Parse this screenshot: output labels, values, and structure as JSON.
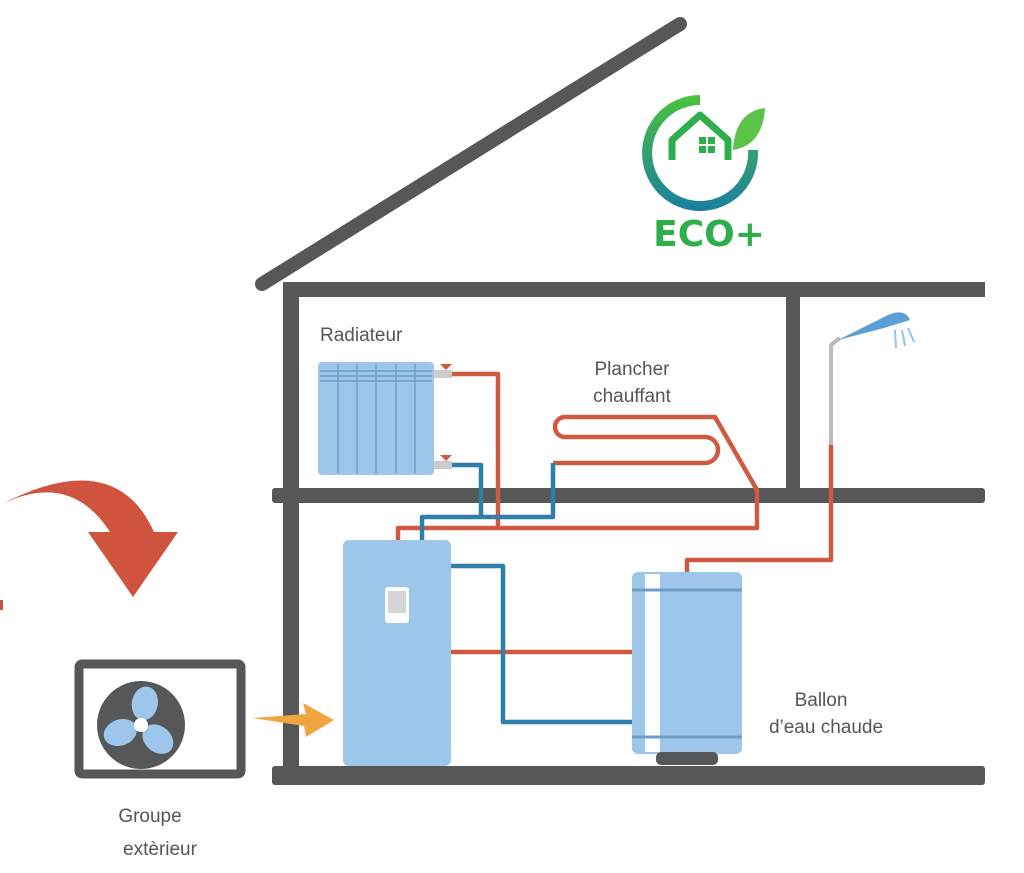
{
  "logo": {
    "text": "ECO+",
    "primary_color": "#2db04b",
    "secondary_color": "#1a7fa0"
  },
  "labels": {
    "radiator": "Radiateur",
    "floor_heating_line1": "Plancher",
    "floor_heating_line2": "chauffant",
    "hot_water_tank_line1": "Ballon",
    "hot_water_tank_line2": "d’eau chaude",
    "outdoor_unit_line1": "Groupe",
    "outdoor_unit_line2": "extèrieur"
  },
  "colors": {
    "wall": "#555759",
    "hot_pipe": "#cf5a42",
    "cold_pipe": "#2f7fa8",
    "equipment": "#9dc6ea",
    "heat_arrow": "#cf533d",
    "air_arrow": "#f0a640"
  }
}
